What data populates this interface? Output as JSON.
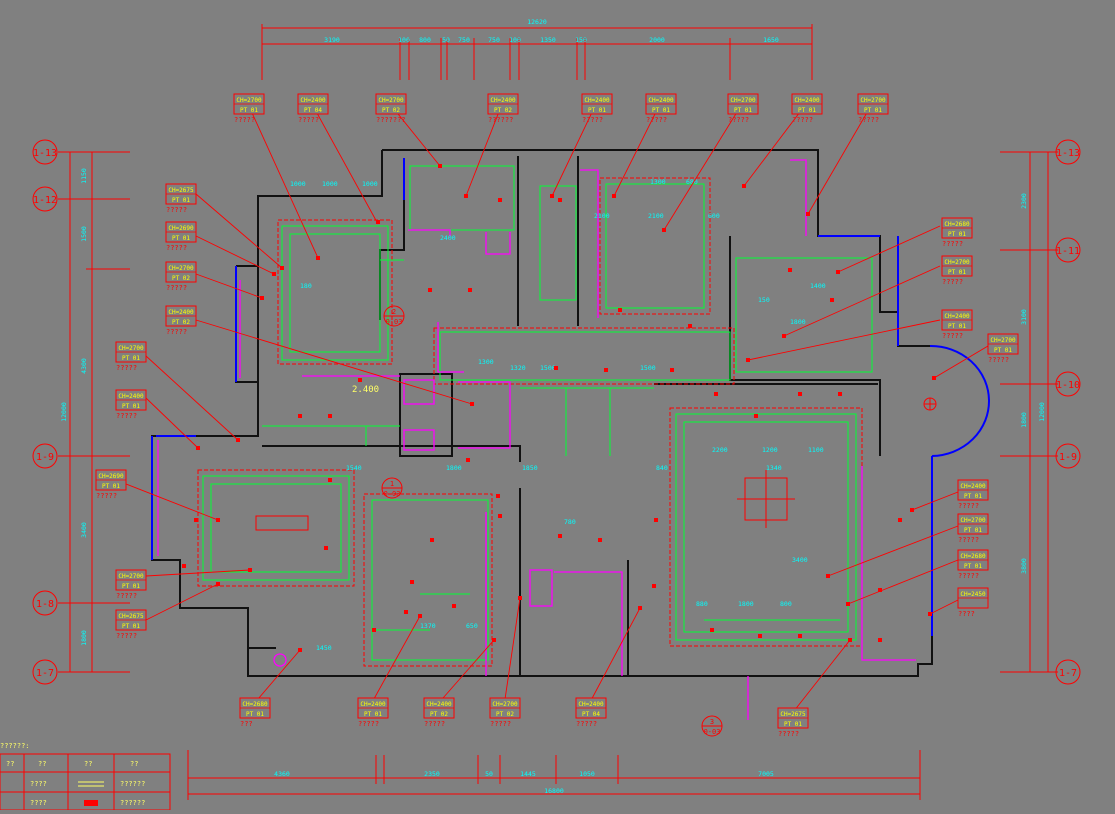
{
  "top_dims": {
    "total": "12620",
    "segments": [
      "3190",
      "100",
      "800",
      "50",
      "750",
      "750",
      "100",
      "1350",
      "150",
      "2000",
      "1650"
    ]
  },
  "bottom_dims": {
    "total": "16800",
    "segments": [
      "4360",
      "2350",
      "50",
      "1445",
      "1050",
      "7005"
    ]
  },
  "axes": [
    {
      "label": "1-13",
      "side": "left"
    },
    {
      "label": "1-12",
      "side": "left"
    },
    {
      "label": "1-9",
      "side": "left"
    },
    {
      "label": "1-8",
      "side": "left"
    },
    {
      "label": "1-7",
      "side": "left"
    },
    {
      "label": "1-13",
      "side": "right"
    },
    {
      "label": "1-11",
      "side": "right"
    },
    {
      "label": "1-10",
      "side": "right"
    },
    {
      "label": "1-9",
      "side": "right"
    },
    {
      "label": "1-7",
      "side": "right"
    }
  ],
  "left_dims": [
    "1150",
    "1500",
    "4300",
    "12000",
    "3400",
    "1800"
  ],
  "right_dims": [
    "2300",
    "3100",
    "12000",
    "1800",
    "3800"
  ],
  "tags": [
    {
      "ch": "CH=2700",
      "pt": "PT 01",
      "q": "?????"
    },
    {
      "ch": "CH=2400",
      "pt": "PT 04",
      "q": "?????"
    },
    {
      "ch": "CH=2700",
      "pt": "PT 02",
      "q": "???????"
    },
    {
      "ch": "CH=2400",
      "pt": "PT 02",
      "q": "??????"
    },
    {
      "ch": "CH=2400",
      "pt": "PT 01",
      "q": "?????"
    },
    {
      "ch": "CH=2400",
      "pt": "PT 01",
      "q": "?????"
    },
    {
      "ch": "CH=2700",
      "pt": "PT 01",
      "q": "?????"
    },
    {
      "ch": "CH=2400",
      "pt": "PT 01",
      "q": "?????"
    },
    {
      "ch": "CH=2700",
      "pt": "PT 01",
      "q": "?????"
    },
    {
      "ch": "CH=2675",
      "pt": "PT 01",
      "q": "?????"
    },
    {
      "ch": "CH=2690",
      "pt": "PT 01",
      "q": "?????"
    },
    {
      "ch": "CH=2700",
      "pt": "PT 02",
      "q": "?????"
    },
    {
      "ch": "CH=2400",
      "pt": "PT 02",
      "q": "?????"
    },
    {
      "ch": "CH=2700",
      "pt": "PT 01",
      "q": "?????"
    },
    {
      "ch": "CH=2400",
      "pt": "PT 01",
      "q": "?????"
    },
    {
      "ch": "CH=2690",
      "pt": "PT 01",
      "q": "?????"
    },
    {
      "ch": "CH=2700",
      "pt": "PT 01",
      "q": "?????"
    },
    {
      "ch": "CH=2675",
      "pt": "PT 01",
      "q": "?????"
    },
    {
      "ch": "CH=2680",
      "pt": "PT 01",
      "q": "?????"
    },
    {
      "ch": "CH=2700",
      "pt": "PT 01",
      "q": "?????"
    },
    {
      "ch": "CH=2400",
      "pt": "PT 01",
      "q": "?????"
    },
    {
      "ch": "CH=2700",
      "pt": "PT 01",
      "q": "?????"
    },
    {
      "ch": "CH=2400",
      "pt": "PT 01",
      "q": "?????"
    },
    {
      "ch": "CH=2700",
      "pt": "PT 01",
      "q": "?????"
    },
    {
      "ch": "CH=2680",
      "pt": "PT 01",
      "q": "?????"
    },
    {
      "ch": "CH=2450",
      "pt": "",
      "q": "????"
    },
    {
      "ch": "CH=2680",
      "pt": "PT 01",
      "q": "???"
    },
    {
      "ch": "CH=2400",
      "pt": "PT 01",
      "q": "?????"
    },
    {
      "ch": "CH=2400",
      "pt": "PT 02",
      "q": "?????"
    },
    {
      "ch": "CH=2700",
      "pt": "PT 02",
      "q": "?????"
    },
    {
      "ch": "CH=2400",
      "pt": "PT 04",
      "q": "?????"
    },
    {
      "ch": "CH=2675",
      "pt": "PT 01",
      "q": "?????"
    }
  ],
  "room_dims": [
    "1000",
    "1000",
    "1000",
    "180",
    "2100",
    "1300",
    "680",
    "2100",
    "600",
    "1400",
    "150",
    "1800",
    "1500",
    "1500",
    "1320",
    "1540",
    "1800",
    "1850",
    "840",
    "1340",
    "1200",
    "2200",
    "1100",
    "1100",
    "3400",
    "880",
    "1800",
    "800",
    "650",
    "1370",
    "780",
    "1450",
    "1300",
    "2400",
    "2.400"
  ],
  "legend": {
    "title": "??????:",
    "headers": [
      "??",
      "??",
      "??",
      "??"
    ],
    "row1": [
      "????",
      "??????"
    ],
    "row2": [
      "????",
      "??????"
    ]
  },
  "section_marks": [
    {
      "top": "1",
      "bottom": "0-03"
    },
    {
      "top": "2",
      "bottom": "0-03"
    },
    {
      "top": "3",
      "bottom": "0-03"
    }
  ],
  "colors": {
    "background": "#808080",
    "tag": "#ff0000",
    "tag_text": "#ffff00",
    "dimension": "#00ffff",
    "wall": "#111111",
    "ceiling": "#00ff33",
    "furniture": "#ff00ff",
    "window": "#0000ff"
  }
}
